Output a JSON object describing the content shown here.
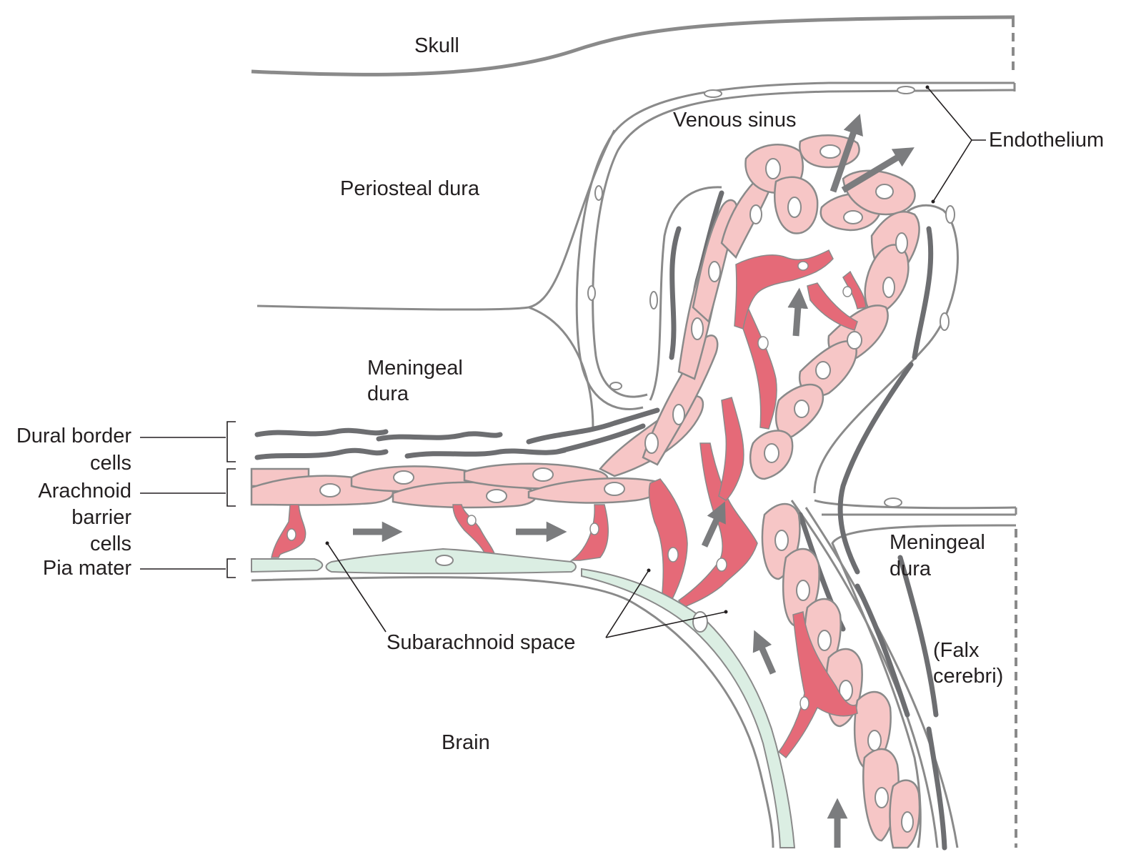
{
  "labels": {
    "skull": "Skull",
    "venous_sinus": "Venous sinus",
    "endothelium": "Endothelium",
    "periosteal_dura": "Periosteal dura",
    "meningeal_dura_left_1": "Meningeal",
    "meningeal_dura_left_2": "dura",
    "dural_border_1": "Dural border",
    "dural_border_2": "cells",
    "arachnoid_1": "Arachnoid",
    "arachnoid_2": "barrier",
    "arachnoid_3": "cells",
    "pia_mater": "Pia mater",
    "subarachnoid_space": "Subarachnoid space",
    "meningeal_dura_right_1": "Meningeal",
    "meningeal_dura_right_2": "dura",
    "falx_1": "(Falx",
    "falx_2": "cerebri)",
    "brain": "Brain"
  },
  "colors": {
    "membrane_line": "#8a8a8a",
    "dural_border_cells": "#6d6e71",
    "arachnoid_barrier_cells": "#f6c6c6",
    "arachnoid_trabeculae": "#e56a78",
    "pia_mater": "#dbeee3",
    "flow_arrows": "#7b7c7e",
    "text": "#231f20"
  }
}
